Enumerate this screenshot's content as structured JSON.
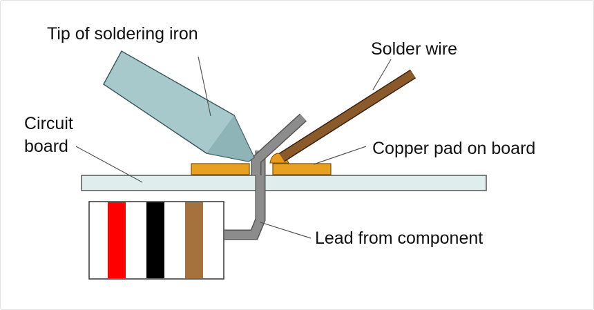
{
  "labels": {
    "iron_tip": "Tip of soldering iron",
    "solder_wire": "Solder wire",
    "circuit_board_line1": "Circuit",
    "circuit_board_line2": "board",
    "copper_pad": "Copper pad on board",
    "lead": "Lead from component"
  },
  "colors": {
    "iron": "#a8c9cb",
    "iron_stroke": "#3c5a5e",
    "solder_wire": "#8a5a2b",
    "solder_blob": "#e89a1c",
    "copper": "#e8a020",
    "board": "#dfeeed",
    "lead": "#8c8c8c",
    "resistor_band_red": "#ff0000",
    "resistor_band_black": "#000000",
    "resistor_band_brown": "#a5713c"
  }
}
